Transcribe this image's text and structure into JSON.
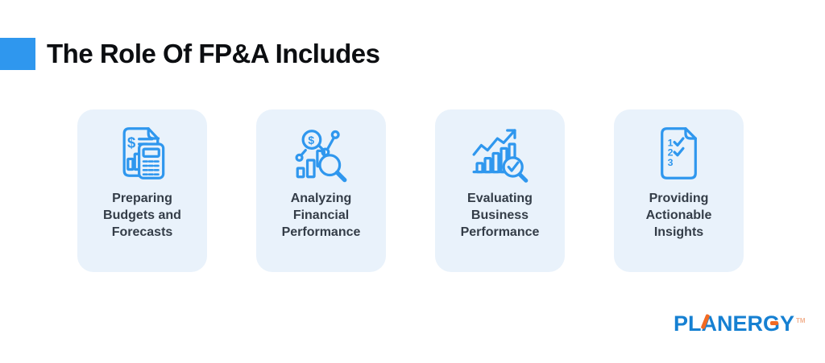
{
  "page": {
    "title": "The Role Of FP&A Includes"
  },
  "colors": {
    "accent_blue": "#2F97EE",
    "card_bg": "#E9F2FB",
    "title_color": "#0C0E11",
    "text_color": "#343D48",
    "logo_blue": "#1680D2",
    "logo_orange": "#F26A22"
  },
  "cards": [
    {
      "label": "Preparing\nBudgets and\nForecasts",
      "icon": "budget-document-calculator-icon"
    },
    {
      "label": "Analyzing\nFinancial\nPerformance",
      "icon": "financial-analysis-magnifier-icon"
    },
    {
      "label": "Evaluating\nBusiness\nPerformance",
      "icon": "growth-chart-magnifier-check-icon"
    },
    {
      "label": "Providing\nActionable\nInsights",
      "icon": "numbered-checklist-document-icon"
    }
  ],
  "logo": {
    "text": "PLANERGY",
    "tm": "TM"
  }
}
